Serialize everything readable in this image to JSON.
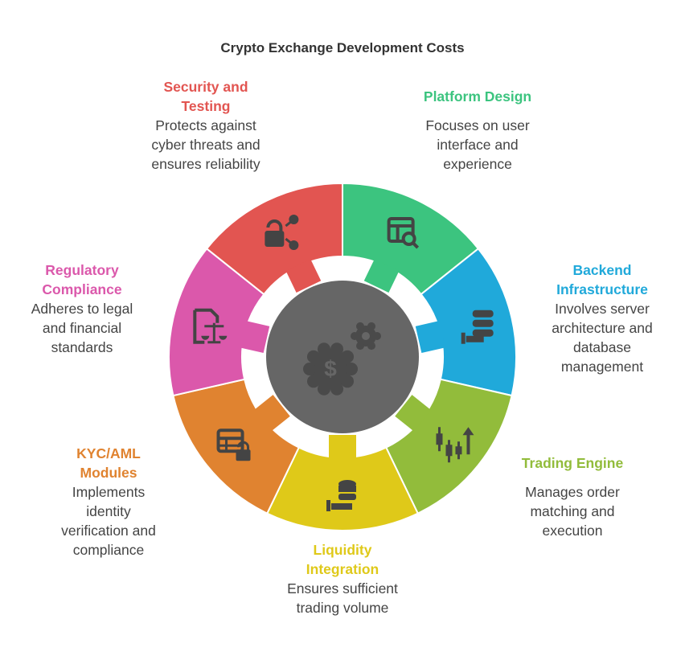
{
  "title": "Crypto Exchange Development Costs",
  "center_icon": "gear-dollar-icon",
  "center_color": "#666666",
  "segments": [
    {
      "id": "platform-design",
      "title": [
        "Platform Design"
      ],
      "description": [
        "Focuses on user",
        "interface and",
        "experience"
      ],
      "color": "#3cc47f",
      "icon": "table-search-icon"
    },
    {
      "id": "backend-infrastructure",
      "title": [
        "Backend",
        "Infrastructure"
      ],
      "description": [
        "Involves server",
        "architecture and",
        "database",
        "management"
      ],
      "color": "#20a9da",
      "icon": "server-hand-icon"
    },
    {
      "id": "trading-engine",
      "title": [
        "Trading Engine"
      ],
      "description": [
        "Manages order",
        "matching and",
        "execution"
      ],
      "color": "#92bc3b",
      "icon": "candlestick-chart-icon"
    },
    {
      "id": "liquidity-integration",
      "title": [
        "Liquidity",
        "Integration"
      ],
      "description": [
        "Ensures sufficient",
        "trading volume"
      ],
      "color": "#dfc919",
      "icon": "coins-hand-icon"
    },
    {
      "id": "kyc-aml-modules",
      "title": [
        "KYC/AML",
        "Modules"
      ],
      "description": [
        "Implements",
        "identity",
        "verification and",
        "compliance"
      ],
      "color": "#e08330",
      "icon": "table-lock-icon"
    },
    {
      "id": "regulatory-compliance",
      "title": [
        "Regulatory",
        "Compliance"
      ],
      "description": [
        "Adheres to legal",
        "and financial",
        "standards"
      ],
      "color": "#db58ab",
      "icon": "document-scale-icon"
    },
    {
      "id": "security-and-testing",
      "title": [
        "Security and",
        "Testing"
      ],
      "description": [
        "Protects against",
        "cyber threats and",
        "ensures reliability"
      ],
      "color": "#e25551",
      "icon": "lock-share-icon"
    }
  ]
}
